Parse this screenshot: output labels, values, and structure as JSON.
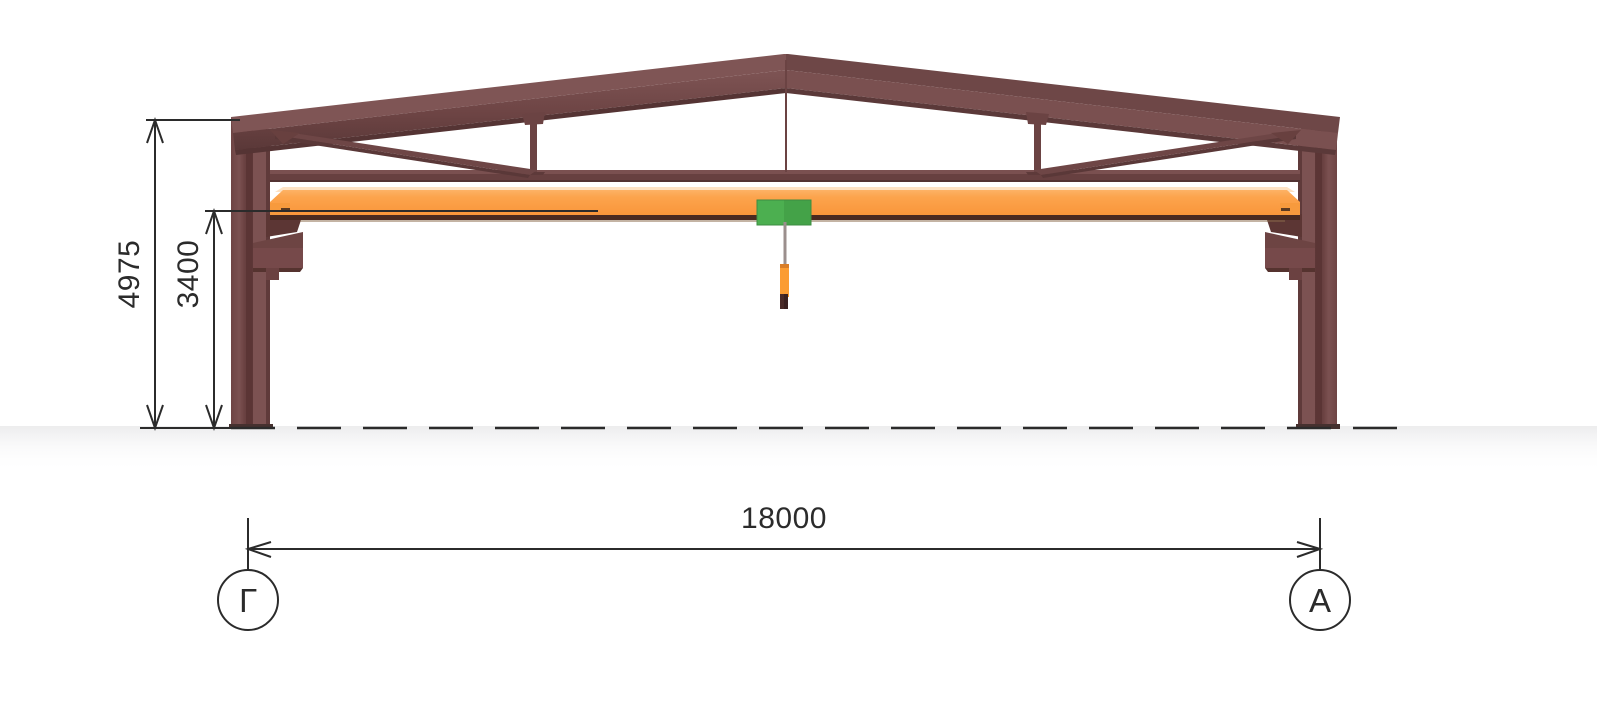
{
  "drawing": {
    "title": "Industrial frame cross-section with overhead crane",
    "view_type": "cross-section elevation",
    "units": "mm"
  },
  "dimensions": {
    "overall_height": {
      "value": "4975",
      "label": "4975",
      "orientation": "vertical"
    },
    "crane_rail_height": {
      "value": "3400",
      "label": "3400",
      "orientation": "vertical"
    },
    "span": {
      "value": "18000",
      "label": "18000",
      "orientation": "horizontal"
    }
  },
  "grid_markers": [
    {
      "label": "Г",
      "position": "left"
    },
    {
      "label": "А",
      "position": "right"
    }
  ],
  "colors": {
    "steel_light": "#7d5353",
    "steel_mid": "#6b4343",
    "steel_dark": "#56322f",
    "steel_shade": "#5d3a38",
    "crane_beam": "#fca24b",
    "crane_beam_top": "#fcb76e",
    "crane_beam_edge": "#4a2a20",
    "crane_beam_highlight": "#fde0c0",
    "trolley": "#4caf50",
    "trolley_dark": "#43a047",
    "hook_block": "#fb9c32",
    "hook_tip": "#4a2a28",
    "cable": "#9b8f8d",
    "dimension_line": "#2b2b2b",
    "ground_line": "#2b2b2b",
    "background": "#ffffff"
  },
  "components": {
    "left_column": "left steel column",
    "right_column": "right steel column",
    "roof_truss": "pitched roof truss",
    "bottom_chord": "truss bottom chord",
    "crane_runway_beam": "overhead crane girder",
    "crane_trolley": "crane trolley",
    "crane_hook": "crane hook assembly",
    "left_corbel": "left crane bracket",
    "right_corbel": "right crane bracket",
    "ground_line": "finished floor level (dashed)"
  }
}
